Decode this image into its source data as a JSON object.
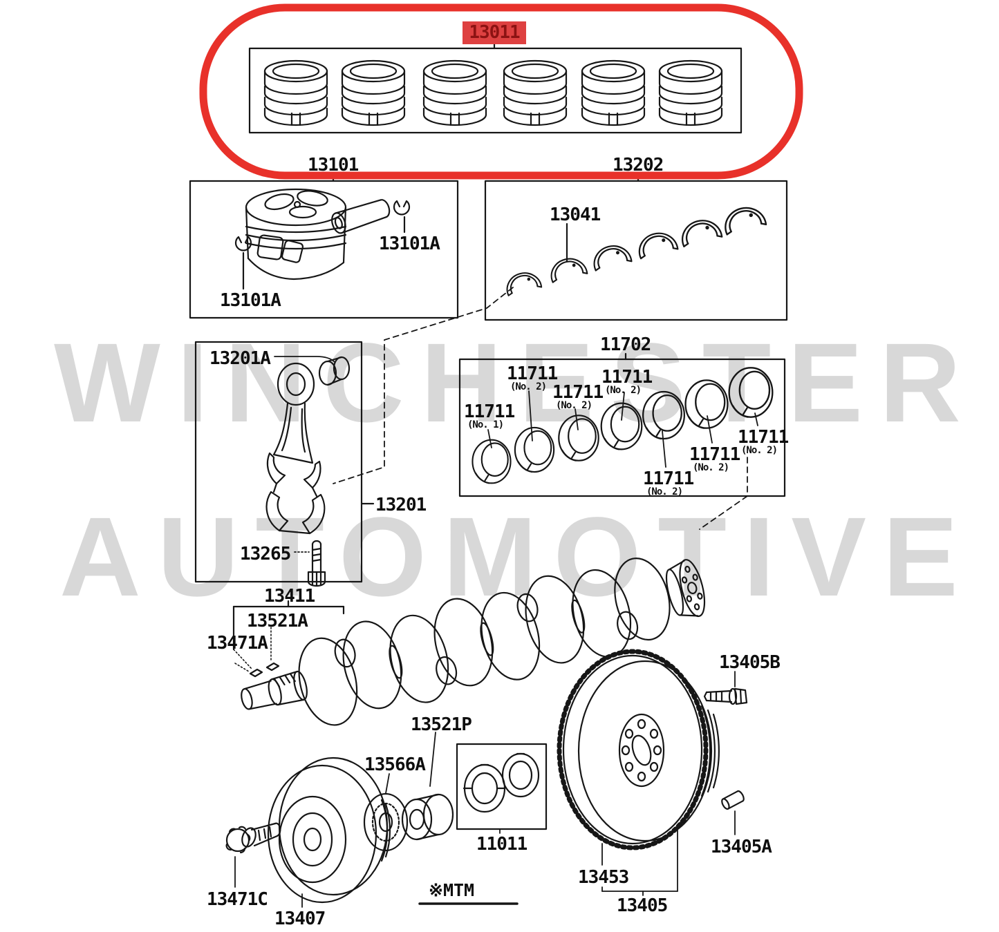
{
  "watermark": {
    "line1": "WINCHESTER",
    "line2": "AUTOMOTIVE",
    "color": "#d8d8d8"
  },
  "highlight": {
    "part_number": "13011",
    "badge_bg": "#de4141",
    "badge_text": "#8c1313",
    "ring_color": "#e8312a"
  },
  "note": {
    "mtm": "※MTM"
  },
  "labels": {
    "l13011": "13011",
    "l13101": "13101",
    "l13202": "13202",
    "l13101A": "13101A",
    "l13041": "13041",
    "l13201A": "13201A",
    "l11702": "11702",
    "l11711": "11711",
    "no1": "(No. 1)",
    "no2": "(No. 2)",
    "l13201": "13201",
    "l13265": "13265",
    "l13411": "13411",
    "l13521A": "13521A",
    "l13471A": "13471A",
    "l13521P": "13521P",
    "l13566A": "13566A",
    "l11011": "11011",
    "l13405B": "13405B",
    "l13405A": "13405A",
    "l13453": "13453",
    "l13405": "13405",
    "l13471C": "13471C",
    "l13407": "13407"
  }
}
